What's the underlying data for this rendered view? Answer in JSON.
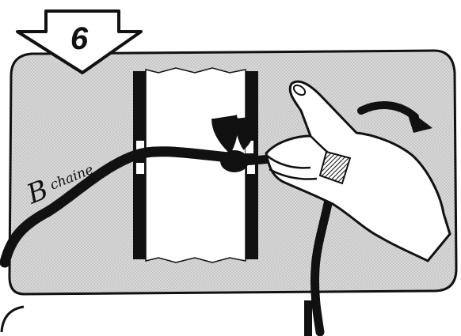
{
  "step": {
    "number": "6"
  },
  "labels": {
    "rope_letter": "B",
    "rope_word": "chaine"
  },
  "colors": {
    "ink": "#111111",
    "panel_fill": "#d6d6d6",
    "paper": "#ffffff"
  },
  "icons": {
    "step_badge": "down-arrow-icon",
    "direction": "curved-arrow-right-icon"
  }
}
